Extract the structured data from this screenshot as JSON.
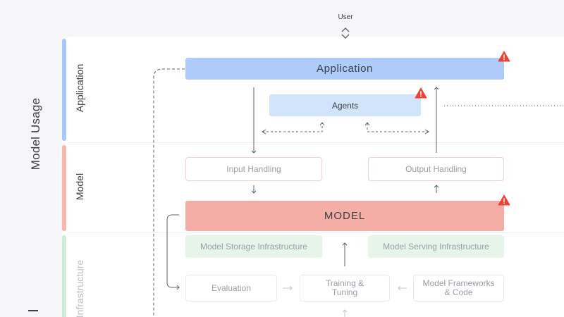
{
  "diagram": {
    "big_label": "Model Usage",
    "user_label": "User",
    "sections": {
      "application": "Application",
      "model": "Model",
      "infrastructure": "Infrastructure"
    },
    "nodes": {
      "application": "Application",
      "agents": "Agents",
      "input_handling": "Input Handling",
      "output_handling": "Output Handling",
      "model": "MODEL",
      "model_storage": "Model Storage Infrastructure",
      "model_serving": "Model Serving Infrastructure",
      "evaluation": "Evaluation",
      "training": "Training &\nTuning",
      "frameworks": "Model Frameworks\n& Code"
    },
    "colors": {
      "application_fill": "#aecbfa",
      "agents_fill": "#d2e3fc",
      "model_fill": "#f5aea6",
      "input_border": "#f7cfcb",
      "storage_fill": "#e6f4ea",
      "infra_border": "#e8eaed",
      "warning": "#ea4335",
      "app_accent": "#a8c7fa",
      "model_accent": "#f6b8b0",
      "infra_accent": "#ceead6"
    },
    "icons": [
      "warning-icon",
      "chevron-up-icon",
      "chevron-down-icon"
    ]
  }
}
